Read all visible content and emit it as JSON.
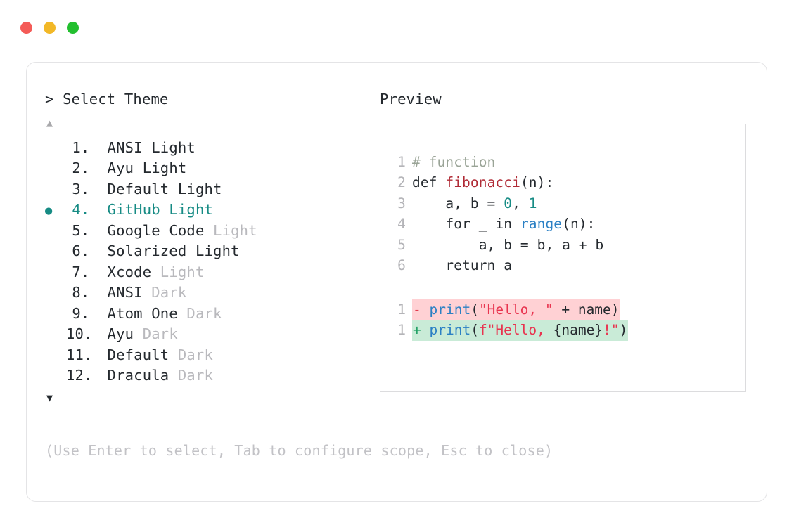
{
  "window": {
    "dots": [
      {
        "name": "close",
        "color": "#f45b57"
      },
      {
        "name": "minimize",
        "color": "#f2b827"
      },
      {
        "name": "maximize",
        "color": "#23bf2f"
      }
    ]
  },
  "prompt": {
    "header": "> Select Theme",
    "scroll_up_glyph": "▲",
    "scroll_down_glyph": "▼",
    "selected_bullet": "●",
    "selected_index": 4
  },
  "themes": [
    {
      "number": "1.",
      "name": "ANSI Light",
      "mode": "",
      "selected": false
    },
    {
      "number": "2.",
      "name": "Ayu Light",
      "mode": "",
      "selected": false
    },
    {
      "number": "3.",
      "name": "Default Light",
      "mode": "",
      "selected": false
    },
    {
      "number": "4.",
      "name": "GitHub Light",
      "mode": "",
      "selected": true
    },
    {
      "number": "5.",
      "name": "Google Code",
      "mode": " Light",
      "selected": false
    },
    {
      "number": "6.",
      "name": "Solarized Light",
      "mode": "",
      "selected": false
    },
    {
      "number": "7.",
      "name": "Xcode",
      "mode": " Light",
      "selected": false
    },
    {
      "number": "8.",
      "name": "ANSI",
      "mode": " Dark",
      "selected": false
    },
    {
      "number": "9.",
      "name": "Atom One",
      "mode": " Dark",
      "selected": false
    },
    {
      "number": "10.",
      "name": "Ayu",
      "mode": " Dark",
      "selected": false
    },
    {
      "number": "11.",
      "name": "Default",
      "mode": " Dark",
      "selected": false
    },
    {
      "number": "12.",
      "name": "Dracula",
      "mode": " Dark",
      "selected": false
    }
  ],
  "preview": {
    "label": "Preview",
    "code_lines": [
      {
        "gutter": "1",
        "tokens": [
          {
            "t": "# function",
            "c": "comment"
          }
        ]
      },
      {
        "gutter": "2",
        "tokens": [
          {
            "t": "def ",
            "c": "keyword"
          },
          {
            "t": "fibonacci",
            "c": "funcname"
          },
          {
            "t": "(n):",
            "c": "plain"
          }
        ]
      },
      {
        "gutter": "3",
        "tokens": [
          {
            "t": "    a, b = ",
            "c": "plain"
          },
          {
            "t": "0",
            "c": "number"
          },
          {
            "t": ", ",
            "c": "plain"
          },
          {
            "t": "1",
            "c": "number"
          }
        ]
      },
      {
        "gutter": "4",
        "tokens": [
          {
            "t": "    for _ in ",
            "c": "plain"
          },
          {
            "t": "range",
            "c": "builtin"
          },
          {
            "t": "(n):",
            "c": "plain"
          }
        ]
      },
      {
        "gutter": "5",
        "tokens": [
          {
            "t": "        a, b = b, a + b",
            "c": "plain"
          }
        ]
      },
      {
        "gutter": "6",
        "tokens": [
          {
            "t": "    return a",
            "c": "plain"
          }
        ]
      }
    ],
    "diff_lines": [
      {
        "gutter": "1",
        "sign": "-",
        "kind": "del",
        "tokens": [
          {
            "t": "print",
            "c": "builtin"
          },
          {
            "t": "(",
            "c": "plain"
          },
          {
            "t": "\"Hello, \"",
            "c": "string"
          },
          {
            "t": " + name)",
            "c": "plain"
          }
        ]
      },
      {
        "gutter": "1",
        "sign": "+",
        "kind": "add",
        "tokens": [
          {
            "t": "print",
            "c": "builtin"
          },
          {
            "t": "(",
            "c": "plain"
          },
          {
            "t": "f\"Hello, ",
            "c": "string"
          },
          {
            "t": "{name}",
            "c": "plain"
          },
          {
            "t": "!\"",
            "c": "string"
          },
          {
            "t": ")",
            "c": "plain"
          }
        ]
      }
    ]
  },
  "footer": {
    "hint": "(Use Enter to select, Tab to configure scope, Esc to close)"
  }
}
